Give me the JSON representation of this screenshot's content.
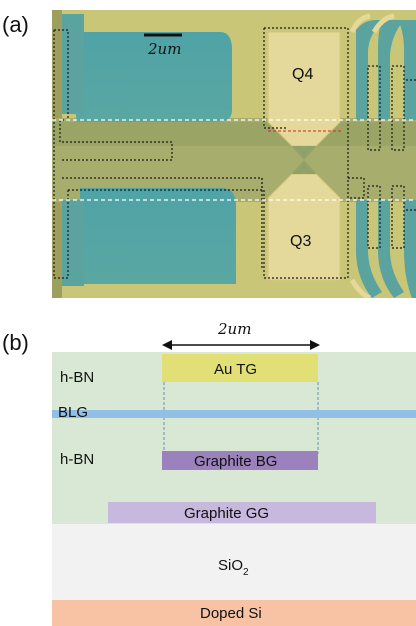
{
  "figure": {
    "panel_a": {
      "label": "(a)",
      "scale_bar": "2um",
      "regions": [
        "Q4",
        "Q3"
      ]
    },
    "panel_b": {
      "label": "(b)",
      "dimension": "2um",
      "layers": {
        "top_gate": "Au TG",
        "hbn_top": "h-BN",
        "blg": "BLG",
        "hbn_bottom": "h-BN",
        "bottom_gate": "Graphite BG",
        "global_gate": "Graphite GG",
        "oxide": "SiO",
        "oxide_sub": "2",
        "substrate": "Doped Si"
      }
    }
  }
}
